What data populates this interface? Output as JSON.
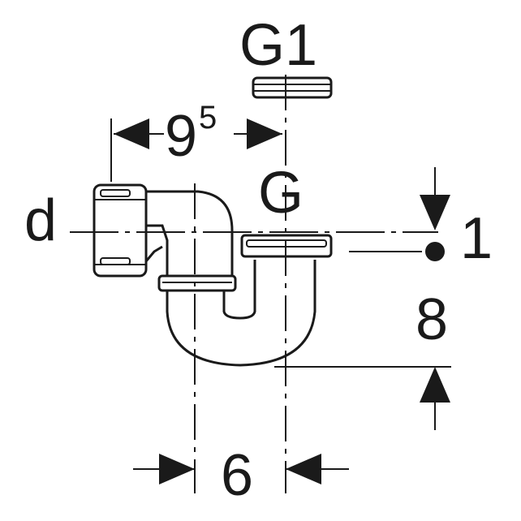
{
  "labels": {
    "g1": "G1",
    "g": "G",
    "d": "d",
    "dim_95_base": "9",
    "dim_95_sup": "5",
    "dim_1": "1",
    "dim_8": "8",
    "dim_6": "6"
  },
  "colors": {
    "ink": "#1a1a1a",
    "paper": "#ffffff"
  }
}
